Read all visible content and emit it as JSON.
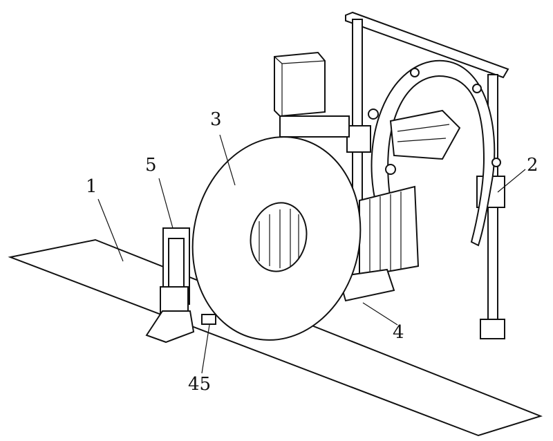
{
  "labels": {
    "l1": "1",
    "l2": "2",
    "l3": "3",
    "l4": "4",
    "l5": "5",
    "l45": "45"
  }
}
